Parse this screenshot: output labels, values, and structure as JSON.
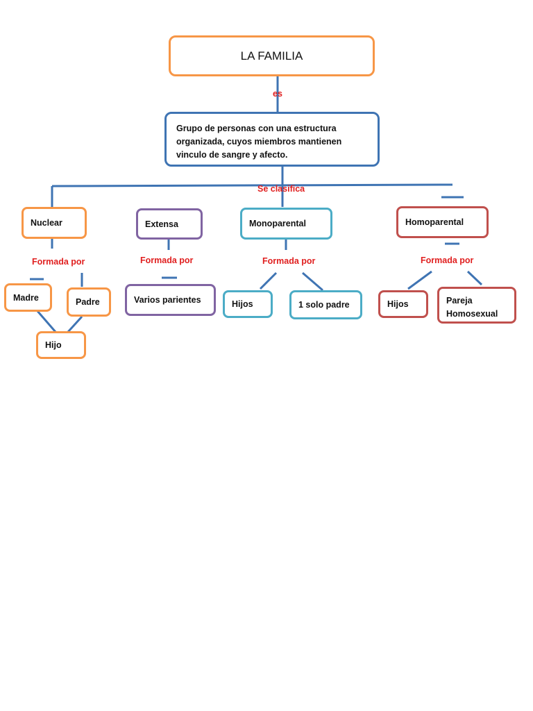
{
  "diagram": {
    "title": "LA FAMILIA",
    "link_es": "es",
    "definition": "Grupo de personas con una estructura organizada, cuyos miembros mantienen vinculo de sangre y afecto.",
    "link_clasifica": "Se clasifica",
    "types": [
      {
        "label": "Nuclear",
        "link": "Formada por",
        "members": [
          "Madre",
          "Padre",
          "Hijo"
        ]
      },
      {
        "label": "Extensa",
        "link": "Formada por",
        "members": [
          "Varios parientes"
        ]
      },
      {
        "label": "Monoparental",
        "link": "Formada por",
        "members": [
          "Hijos",
          "1 solo padre"
        ]
      },
      {
        "label": "Homoparental",
        "link": "Formada por",
        "members": [
          "Hijos",
          "Pareja Homosexual"
        ]
      }
    ],
    "colors": {
      "line": "#3f74b3",
      "link_text": "#e01f1f",
      "nuclear": "#f79646",
      "extensa": "#8064a2",
      "monoparental": "#4bacc6",
      "homoparental": "#c0504d",
      "title_border": "#f79646",
      "definition_border": "#3f74b3"
    }
  }
}
